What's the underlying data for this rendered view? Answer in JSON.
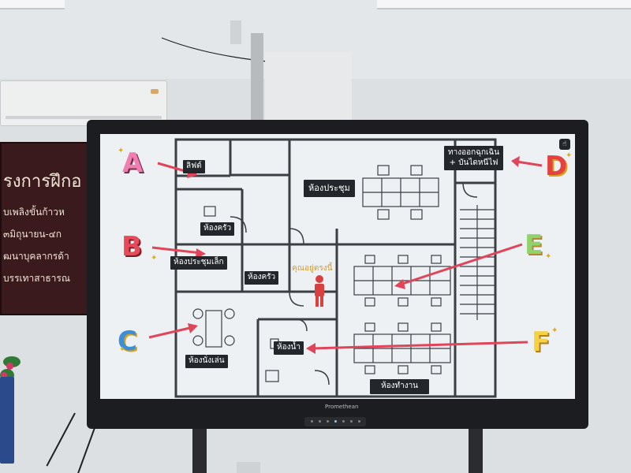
{
  "sign": {
    "line1": "รงการฝึกอ",
    "line2": "บเพลิงขั้นก้าวห",
    "line3": "๓มิถุนายน-๔ก",
    "line4": "ฒนาบุคลากรด้า",
    "line5": "บรรเทาสาธารณ"
  },
  "monitor": {
    "brand": "Promethean"
  },
  "floor_plan": {
    "rooms": {
      "lift": "ลิฟต์",
      "meeting_room": "ห้องประชุม",
      "kitchen_1": "ห้องครัว",
      "small_meeting_room": "ห้องประชุมเล็ก",
      "kitchen_2": "ห้องครัว",
      "lounge": "ห้องนั่งเล่น",
      "restroom": "ห้องน้ำ",
      "workroom": "ห้องทำงาน",
      "emergency_exit_line1": "ทางออกฉุกเฉิน",
      "emergency_exit_line2": "+ บันไดหนีไฟ"
    },
    "you_are_here": "คุณอยู่ตรงนี้",
    "markers": {
      "a": "A",
      "b": "B",
      "c": "C",
      "d": "D",
      "e": "E",
      "f": "F"
    }
  },
  "colors": {
    "marker_a": "#ee7fb0",
    "marker_b": "#e84a5a",
    "marker_c": "#3b8fd9",
    "marker_d": "#e6413f",
    "marker_e": "#8fd36e",
    "marker_f": "#f5d245",
    "arrow": "#e0455a",
    "person": "#d94040",
    "wall_line": "#3a3f44"
  }
}
